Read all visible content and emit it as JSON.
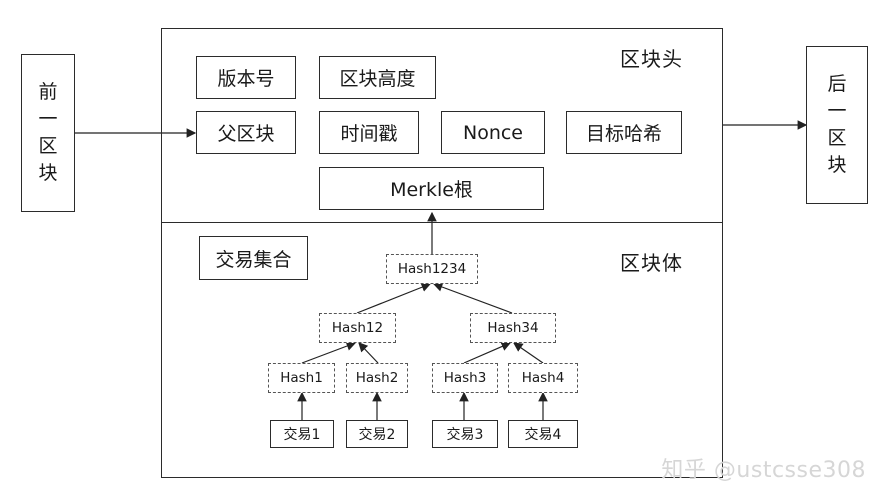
{
  "prev_block": {
    "chars": [
      "前",
      "一",
      "区",
      "块"
    ]
  },
  "next_block": {
    "chars": [
      "后",
      "一",
      "区",
      "块"
    ]
  },
  "block_header": {
    "title": "区块头",
    "fields": {
      "version": "版本号",
      "height": "区块高度",
      "parent": "父区块",
      "timestamp": "时间戳",
      "nonce": "Nonce",
      "target_hash": "目标哈希",
      "merkle_root": "Merkle根"
    }
  },
  "block_body": {
    "title": "区块体",
    "tx_set_label": "交易集合",
    "tree": {
      "root": "Hash1234",
      "level1": [
        "Hash12",
        "Hash34"
      ],
      "level2": [
        "Hash1",
        "Hash2",
        "Hash3",
        "Hash4"
      ],
      "transactions": [
        "交易1",
        "交易2",
        "交易3",
        "交易4"
      ]
    }
  },
  "watermark": "知乎 @ustcsse308"
}
